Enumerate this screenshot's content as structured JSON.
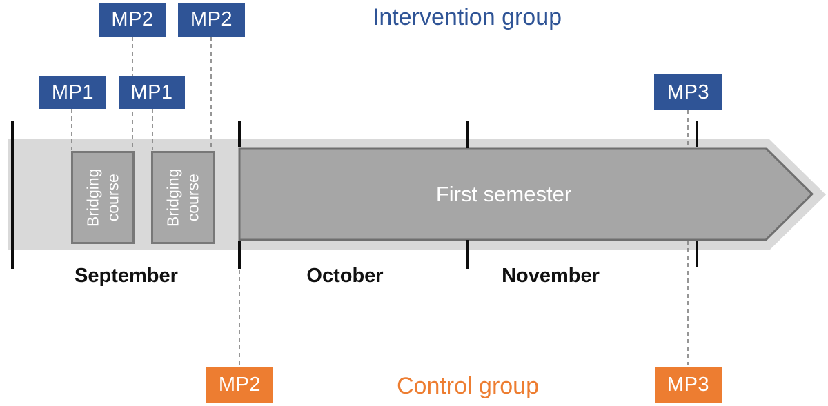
{
  "figure": {
    "groups": {
      "intervention": "Intervention group",
      "control": "Control group"
    },
    "timeline": {
      "semester": "First semester",
      "months": [
        "September",
        "October",
        "November"
      ],
      "bridging_course": {
        "line1": "Bridging",
        "line2": "course"
      }
    },
    "markers": {
      "intervention": {
        "mp1_first": "MP1",
        "mp1_second": "MP1",
        "mp2_first": "MP2",
        "mp2_second": "MP2",
        "mp3": "MP3"
      },
      "control": {
        "mp2": "MP2",
        "mp3": "MP3"
      }
    },
    "colors": {
      "intervention_blue": "#2f5496",
      "control_orange": "#ed7d31",
      "band_light_gray": "#d9d9d9",
      "shape_gray": "#a6a6a6",
      "shape_border_gray": "#6f6f6f",
      "dashed_line_gray": "#848484",
      "tick_black": "#0d0d0d"
    }
  }
}
